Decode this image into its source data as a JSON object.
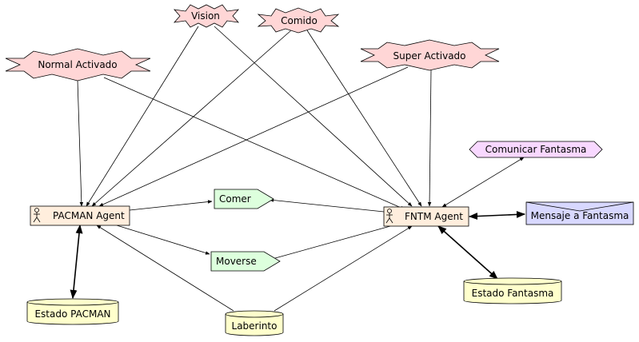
{
  "colors": {
    "event": "#ffd6d6",
    "agent": "#ffeedd",
    "action": "#ddffdd",
    "comm": "#f8d8ff",
    "message": "#d8d8ff",
    "store": "#ffffcc"
  },
  "nodes": {
    "vision": "Vision",
    "comido": "Comido",
    "normal_activado": "Normal Activado",
    "super_activado": "Super Activado",
    "comunicar_fantasma": "Comunicar Fantasma",
    "pacman_agent": "PACMAN Agent",
    "fntm_agent": "FNTM Agent",
    "comer": "Comer",
    "moverse": "Moverse",
    "mensaje_fantasma": "Mensaje a Fantasma",
    "estado_pacman": "Estado PACMAN",
    "laberinto": "Laberinto",
    "estado_fantasma": "Estado Fantasma"
  }
}
